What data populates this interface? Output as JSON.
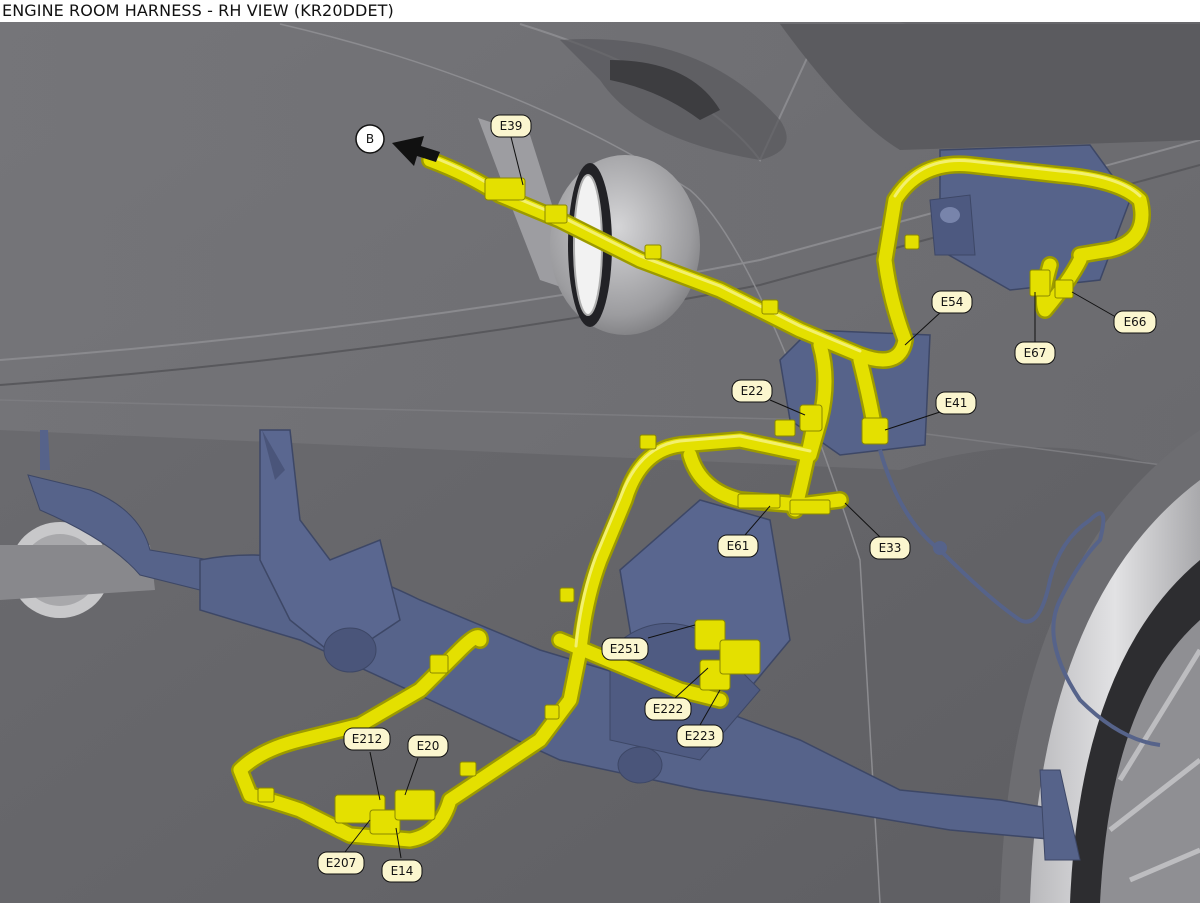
{
  "title": "ENGINE ROOM HARNESS - RH VIEW (KR20DDET)",
  "direction_marker": "B",
  "connectors": [
    "E39",
    "E54",
    "E66",
    "E67",
    "E22",
    "E41",
    "E61",
    "E33",
    "E251",
    "E222",
    "E223",
    "E212",
    "E20",
    "E207",
    "E14"
  ],
  "colors": {
    "harness": "#e4e000",
    "harness_edge": "#9c9a00",
    "component": "#56638a",
    "body_panel": "#6c6c70",
    "callout_fill": "#fbf6cf"
  }
}
